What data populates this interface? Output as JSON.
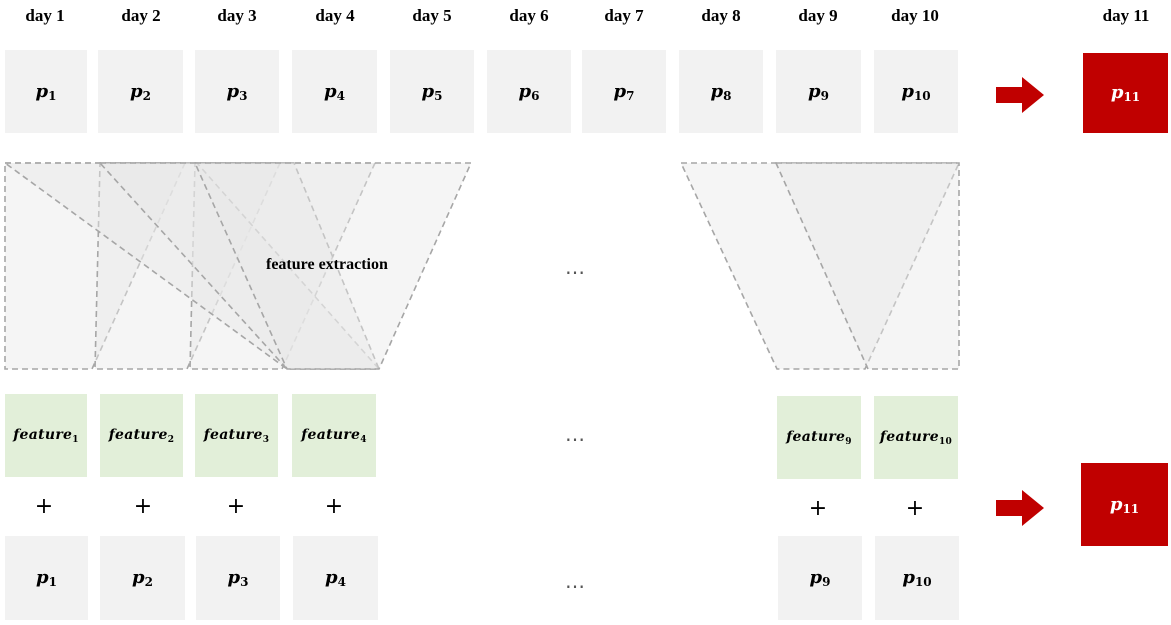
{
  "days": [
    "day 1",
    "day 2",
    "day 3",
    "day 4",
    "day 5",
    "day 6",
    "day 7",
    "day 8",
    "day 9",
    "day 10",
    "day 11"
  ],
  "top_row": [
    {
      "base": "p",
      "sub": "1"
    },
    {
      "base": "p",
      "sub": "2"
    },
    {
      "base": "p",
      "sub": "3"
    },
    {
      "base": "p",
      "sub": "4"
    },
    {
      "base": "p",
      "sub": "5"
    },
    {
      "base": "p",
      "sub": "6"
    },
    {
      "base": "p",
      "sub": "7"
    },
    {
      "base": "p",
      "sub": "8"
    },
    {
      "base": "p",
      "sub": "9"
    },
    {
      "base": "p",
      "sub": "10"
    }
  ],
  "target_top": {
    "base": "p",
    "sub": "11"
  },
  "feature_extraction_label": "feature extraction",
  "features": [
    {
      "base": "feature",
      "sub": "1"
    },
    {
      "base": "feature",
      "sub": "2"
    },
    {
      "base": "feature",
      "sub": "3"
    },
    {
      "base": "feature",
      "sub": "4"
    },
    {
      "base": "feature",
      "sub": "9"
    },
    {
      "base": "feature",
      "sub": "10"
    }
  ],
  "plus_sign": "+",
  "bottom_row": [
    {
      "base": "p",
      "sub": "1"
    },
    {
      "base": "p",
      "sub": "2"
    },
    {
      "base": "p",
      "sub": "3"
    },
    {
      "base": "p",
      "sub": "4"
    },
    {
      "base": "p",
      "sub": "9"
    },
    {
      "base": "p",
      "sub": "10"
    }
  ],
  "target_bottom": {
    "base": "p",
    "sub": "11"
  },
  "ellipsis": "…",
  "colors": {
    "input_box": "#f2f2f2",
    "feature_box": "#e2efd9",
    "target": "#c00000",
    "dash": "#a6a6a6"
  }
}
